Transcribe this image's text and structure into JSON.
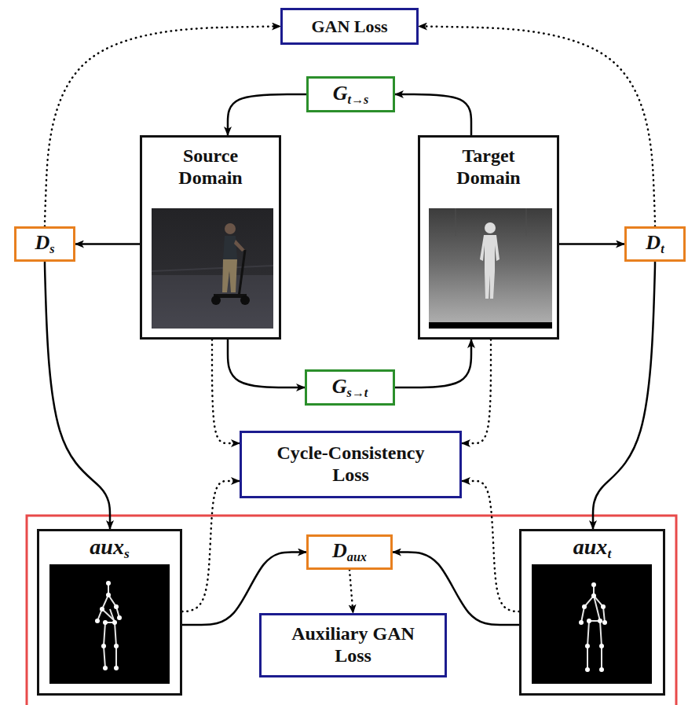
{
  "diagram": {
    "nodes": [
      {
        "text": [
          "GAN Loss"
        ]
      },
      {
        "text": [
          "Gt→s"
        ]
      },
      {
        "text": [
          "Source Domain"
        ]
      },
      {
        "text": [
          "Target Domain"
        ]
      },
      {
        "text": [
          "Ds"
        ]
      },
      {
        "text": [
          "Dt"
        ]
      },
      {
        "text": [
          "Gs→t"
        ]
      },
      {
        "text": [
          "Cycle-Consistency Loss"
        ]
      },
      {
        "text": [
          "auxs"
        ]
      },
      {
        "text": [
          "Daux"
        ]
      },
      {
        "text": [
          "Auxiliary GAN Loss"
        ]
      },
      {
        "text": [
          "auxt"
        ]
      }
    ],
    "edges": [
      {
        "from": 3,
        "to": 1,
        "arrow": "to"
      },
      {
        "from": 1,
        "to": 2,
        "arrow": "to"
      },
      {
        "from": 2,
        "to": 6,
        "arrow": "to"
      },
      {
        "from": 6,
        "to": 3,
        "arrow": "to"
      },
      {
        "from": 2,
        "to": 4,
        "arrow": "to"
      },
      {
        "from": 3,
        "to": 5,
        "arrow": "to"
      },
      {
        "from": 4,
        "to": 0,
        "arrow": "to"
      },
      {
        "from": 5,
        "to": 0,
        "arrow": "to"
      },
      {
        "from": 4,
        "to": 8,
        "arrow": "to"
      },
      {
        "from": 5,
        "to": 11,
        "arrow": "to"
      },
      {
        "from": 2,
        "to": 7,
        "arrow": "to"
      },
      {
        "from": 3,
        "to": 7,
        "arrow": "to"
      },
      {
        "from": 8,
        "to": 7,
        "arrow": "to"
      },
      {
        "from": 11,
        "to": 7,
        "arrow": "to"
      },
      {
        "from": 8,
        "to": 9,
        "arrow": "to"
      },
      {
        "from": 11,
        "to": 9,
        "arrow": "to"
      },
      {
        "from": 9,
        "to": 10,
        "arrow": "to"
      }
    ]
  }
}
